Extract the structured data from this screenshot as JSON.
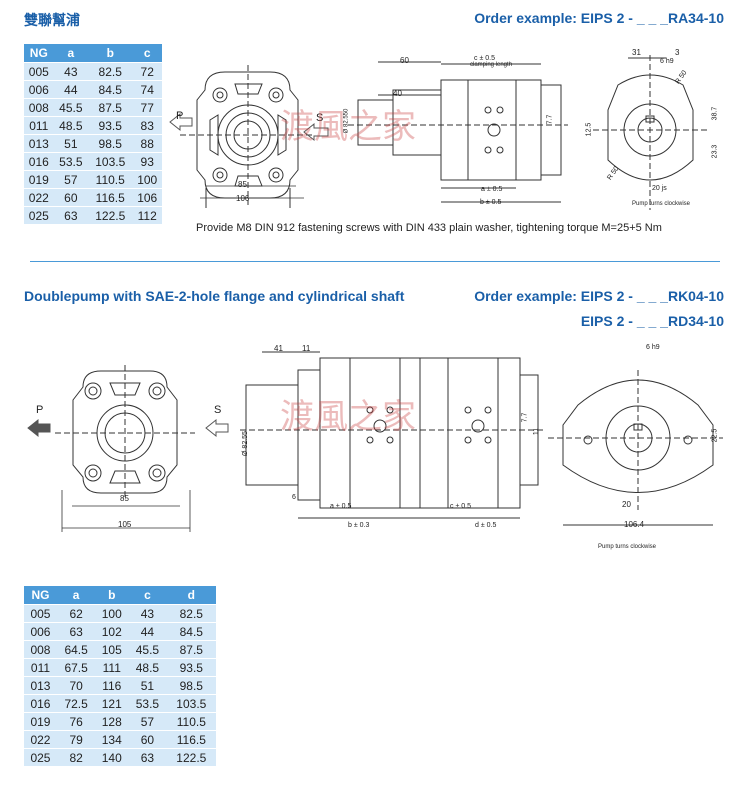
{
  "section1": {
    "title": "雙聯幫浦",
    "order_example": "Order example: EIPS 2 - _ _ _RA34-10",
    "table": {
      "headers": [
        "NG",
        "a",
        "b",
        "c"
      ],
      "rows": [
        [
          "005",
          "43",
          "82.5",
          "72"
        ],
        [
          "006",
          "44",
          "84.5",
          "74"
        ],
        [
          "008",
          "45.5",
          "87.5",
          "77"
        ],
        [
          "011",
          "48.5",
          "93.5",
          "83"
        ],
        [
          "013",
          "51",
          "98.5",
          "88"
        ],
        [
          "016",
          "53.5",
          "103.5",
          "93"
        ],
        [
          "019",
          "57",
          "110.5",
          "100"
        ],
        [
          "022",
          "60",
          "116.5",
          "106"
        ],
        [
          "025",
          "63",
          "122.5",
          "112"
        ]
      ]
    },
    "note": "Provide M8 DIN 912 fastening screws with DIN 433 plain washer, tightening torque M=25+5 Nm",
    "drawing_labels": {
      "p": "P",
      "s": "S",
      "d85": "85",
      "d106": "106",
      "d60": "60",
      "d40": "40",
      "c": "c ± 0.5",
      "clamp": "clamping length",
      "a": "a ± 0.5",
      "b": "b ± 0.5",
      "d77": "7.7",
      "dia": "Ø 82.550",
      "d31": "31",
      "d3": "3",
      "d6": "6 h9",
      "r50": "R 50",
      "r50b": "R 50",
      "d125": "12.5",
      "d387": "38.7",
      "d233": "23.3",
      "d20": "20 js",
      "rot": "Pump turns clockwise"
    }
  },
  "section2": {
    "title": "Doublepump with SAE-2-hole flange and cylindrical shaft",
    "order_example_1": "Order example: EIPS 2 - _ _ _RK04-10",
    "order_example_2": "EIPS 2 - _ _ _RD34-10",
    "table": {
      "headers": [
        "NG",
        "a",
        "b",
        "c",
        "d"
      ],
      "rows": [
        [
          "005",
          "62",
          "100",
          "43",
          "82.5"
        ],
        [
          "006",
          "63",
          "102",
          "44",
          "84.5"
        ],
        [
          "008",
          "64.5",
          "105",
          "45.5",
          "87.5"
        ],
        [
          "011",
          "67.5",
          "111",
          "48.5",
          "93.5"
        ],
        [
          "013",
          "70",
          "116",
          "51",
          "98.5"
        ],
        [
          "016",
          "72.5",
          "121",
          "53.5",
          "103.5"
        ],
        [
          "019",
          "76",
          "128",
          "57",
          "110.5"
        ],
        [
          "022",
          "79",
          "134",
          "60",
          "116.5"
        ],
        [
          "025",
          "82",
          "140",
          "63",
          "122.5"
        ]
      ]
    },
    "drawing_labels": {
      "p": "P",
      "s": "S",
      "d85": "85",
      "d105": "105",
      "d41": "41",
      "d11": "11",
      "dia": "Ø 82.55",
      "d6": "6",
      "a": "a ± 0.5",
      "b": "b ± 0.3",
      "c": "c ± 0.5",
      "d": "d ± 0.5",
      "d77": "7.7",
      "d6h": "6 h9",
      "d11b": "11",
      "d225": "22.5",
      "d20": "20",
      "d1064": "106.4",
      "rot": "Pump turns clockwise"
    }
  },
  "watermark": "渡風之家",
  "colors": {
    "heading": "#1a5fa8",
    "table_header": "#4a9ad8",
    "table_row": "#d6e9f8",
    "divider": "#4a9ad8"
  }
}
